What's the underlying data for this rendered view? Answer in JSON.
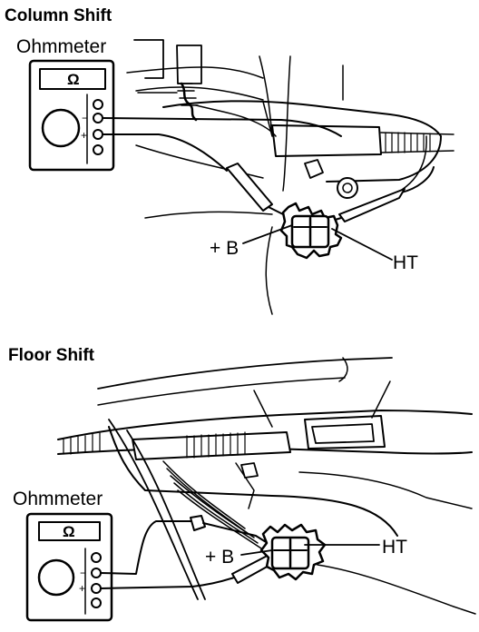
{
  "sections": [
    {
      "title": "Column Shift",
      "meter_label": "Ohmmeter",
      "meter_symbol": "Ω",
      "terminal_left": "+ B",
      "terminal_right": "HT"
    },
    {
      "title": "Floor Shift",
      "meter_label": "Ohmmeter",
      "meter_symbol": "Ω",
      "terminal_left": "+ B",
      "terminal_right": "HT"
    }
  ],
  "polarity": {
    "minus": "−",
    "plus": "+"
  }
}
